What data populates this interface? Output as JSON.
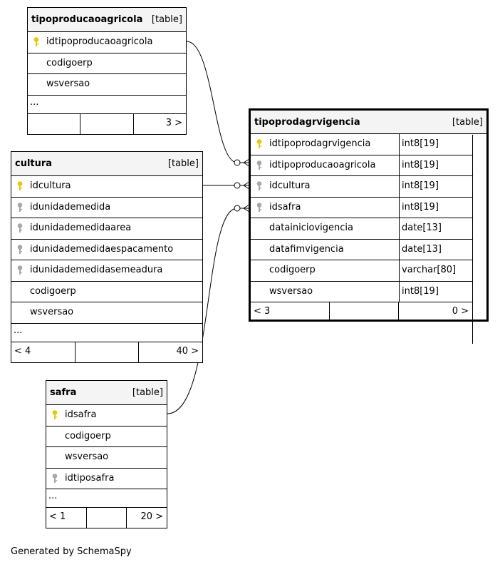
{
  "kind_label": "[table]",
  "tables": {
    "tipoproducaoagricola": {
      "name": "tipoproducaoagricola",
      "columns": [
        {
          "name": "idtipoproducaoagricola",
          "key": "pk"
        },
        {
          "name": "codigoerp",
          "key": "none"
        },
        {
          "name": "wsversao",
          "key": "none"
        }
      ],
      "ellipsis": "...",
      "footer": [
        "",
        "",
        "3 >"
      ]
    },
    "cultura": {
      "name": "cultura",
      "columns": [
        {
          "name": "idcultura",
          "key": "pk"
        },
        {
          "name": "idunidademedida",
          "key": "fk"
        },
        {
          "name": "idunidademedidaarea",
          "key": "fk"
        },
        {
          "name": "idunidademedidaespacamento",
          "key": "fk"
        },
        {
          "name": "idunidademedidasemeadura",
          "key": "fk"
        },
        {
          "name": "codigoerp",
          "key": "none"
        },
        {
          "name": "wsversao",
          "key": "none"
        }
      ],
      "ellipsis": "...",
      "footer": [
        "< 4",
        "",
        "40 >"
      ]
    },
    "safra": {
      "name": "safra",
      "columns": [
        {
          "name": "idsafra",
          "key": "pk"
        },
        {
          "name": "codigoerp",
          "key": "none"
        },
        {
          "name": "wsversao",
          "key": "none"
        },
        {
          "name": "idtiposafra",
          "key": "fk"
        }
      ],
      "ellipsis": "...",
      "footer": [
        "< 1",
        "",
        "20 >"
      ]
    },
    "tipoprodagrvigencia": {
      "name": "tipoprodagrvigencia",
      "columns": [
        {
          "name": "idtipoprodagrvigencia",
          "type": "int8[19]",
          "key": "pk"
        },
        {
          "name": "idtipoproducaoagricola",
          "type": "int8[19]",
          "key": "fk"
        },
        {
          "name": "idcultura",
          "type": "int8[19]",
          "key": "fk"
        },
        {
          "name": "idsafra",
          "type": "int8[19]",
          "key": "fk"
        },
        {
          "name": "datainiciovigencia",
          "type": "date[13]",
          "key": "none"
        },
        {
          "name": "datafimvigencia",
          "type": "date[13]",
          "key": "none"
        },
        {
          "name": "codigoerp",
          "type": "varchar[80]",
          "key": "none"
        },
        {
          "name": "wsversao",
          "type": "int8[19]",
          "key": "none"
        }
      ],
      "footer": [
        "< 3",
        "",
        "0 >"
      ]
    }
  },
  "credit": "Generated by SchemaSpy",
  "colors": {
    "pk_key": "#e8c800",
    "fk_key": "#a8a8a8",
    "header_bg": "#f4f4f4"
  }
}
